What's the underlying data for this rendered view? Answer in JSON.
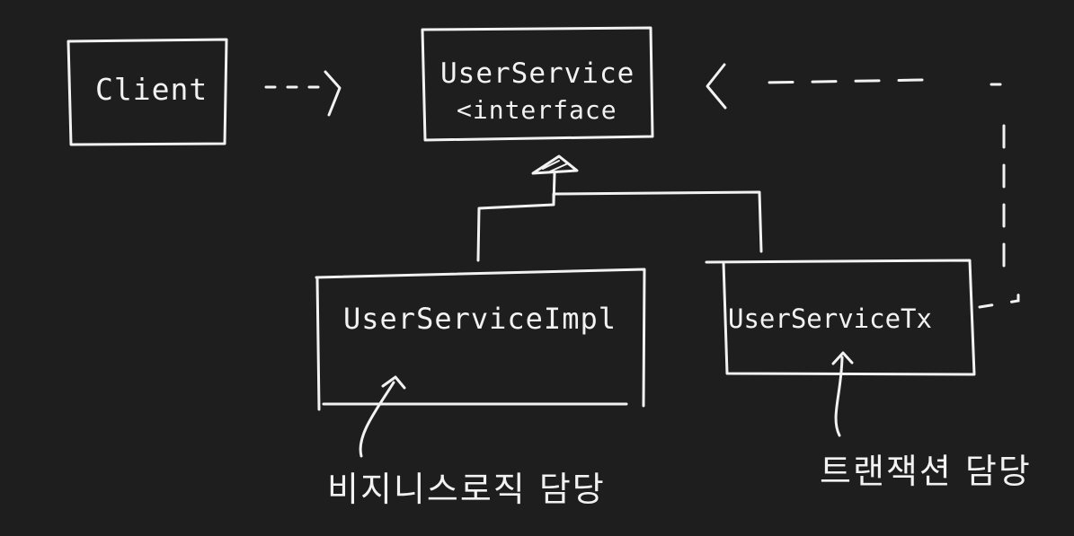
{
  "client": {
    "label": "Client"
  },
  "interface": {
    "name": "UserService",
    "stereotype": "<interface"
  },
  "impl": {
    "name": "UserServiceImpl",
    "note": "비지니스로직 담당"
  },
  "tx": {
    "name": "UserServiceTx",
    "note": "트랜잭션 담당"
  },
  "colors": {
    "background": "#1e1e1e",
    "ink": "#f2f2f2"
  }
}
